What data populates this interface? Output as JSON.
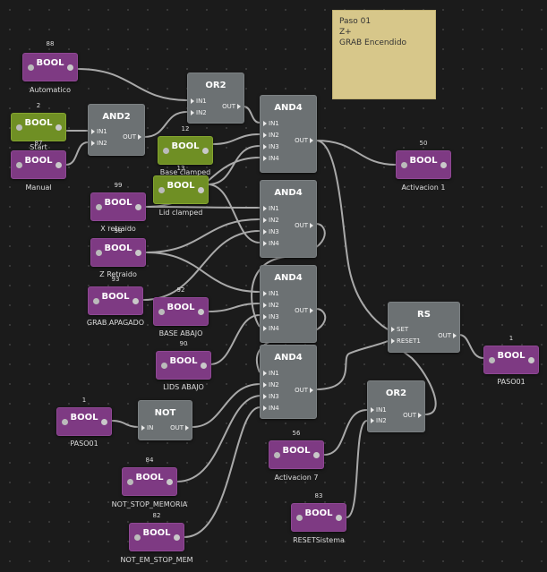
{
  "comment": {
    "lines": [
      "Paso 01",
      "Z+",
      "GRAB Encendido"
    ]
  },
  "nodes": {
    "automatico": {
      "type": "BOOL",
      "id": "88",
      "label": "Automatico"
    },
    "start": {
      "type": "BOOL",
      "id": "2",
      "label": "Start"
    },
    "manual": {
      "type": "BOOL",
      "id": "87",
      "label": "Manual"
    },
    "base_clamped": {
      "type": "BOOL",
      "id": "12",
      "label": "Base clamped"
    },
    "lid_clamped": {
      "type": "BOOL",
      "id": "13",
      "label": "Lid clamped"
    },
    "x_retraido": {
      "type": "BOOL",
      "id": "99",
      "label": "X retraido"
    },
    "z_retraido": {
      "type": "BOOL",
      "id": "98",
      "label": "Z Retraido"
    },
    "grab_apagado": {
      "type": "BOOL",
      "id": "93",
      "label": "GRAB APAGADO"
    },
    "base_abajo": {
      "type": "BOOL",
      "id": "92",
      "label": "BASE ABAJO"
    },
    "lids_abajo": {
      "type": "BOOL",
      "id": "90",
      "label": "LIDS ABAJO"
    },
    "paso01_in": {
      "type": "BOOL",
      "id": "1",
      "label": "PASO01"
    },
    "not_stop_memoria": {
      "type": "BOOL",
      "id": "84",
      "label": "NOT_STOP_MEMORIA"
    },
    "not_em_stop_mem": {
      "type": "BOOL",
      "id": "82",
      "label": "NOT_EM_STOP_MEM"
    },
    "activacion1": {
      "type": "BOOL",
      "id": "50",
      "label": "Activacion 1"
    },
    "activacion7": {
      "type": "BOOL",
      "id": "56",
      "label": "Activacion 7"
    },
    "resetsistema": {
      "type": "BOOL",
      "id": "83",
      "label": "RESETSistema"
    },
    "paso01_out": {
      "type": "BOOL",
      "id": "1",
      "label": "PASO01"
    }
  },
  "gates": {
    "or2_top": {
      "title": "OR2",
      "in1": "IN1",
      "in2": "IN2",
      "out": "OUT"
    },
    "and2": {
      "title": "AND2",
      "in1": "IN1",
      "in2": "IN2",
      "out": "OUT"
    },
    "and4_1": {
      "title": "AND4",
      "in1": "IN1",
      "in2": "IN2",
      "in3": "IN3",
      "in4": "IN4",
      "out": "OUT"
    },
    "and4_2": {
      "title": "AND4",
      "in1": "IN1",
      "in2": "IN2",
      "in3": "IN3",
      "in4": "IN4",
      "out": "OUT"
    },
    "and4_3": {
      "title": "AND4",
      "in1": "IN1",
      "in2": "IN2",
      "in3": "IN3",
      "in4": "IN4",
      "out": "OUT"
    },
    "and4_4": {
      "title": "AND4",
      "in1": "IN1",
      "in2": "IN2",
      "in3": "IN3",
      "in4": "IN4",
      "out": "OUT"
    },
    "not": {
      "title": "NOT",
      "in": "IN",
      "out": "OUT"
    },
    "rs": {
      "title": "RS",
      "set": "SET",
      "reset": "RESET1",
      "out": "OUT"
    },
    "or2_bottom": {
      "title": "OR2",
      "in1": "IN1",
      "in2": "IN2",
      "out": "OUT"
    }
  },
  "colors": {
    "bool": "#7e3a83",
    "bool_active": "#6f8f24",
    "gate": "#6c7173",
    "wire": "#a9a9a9",
    "comment": "#d7c78a"
  }
}
